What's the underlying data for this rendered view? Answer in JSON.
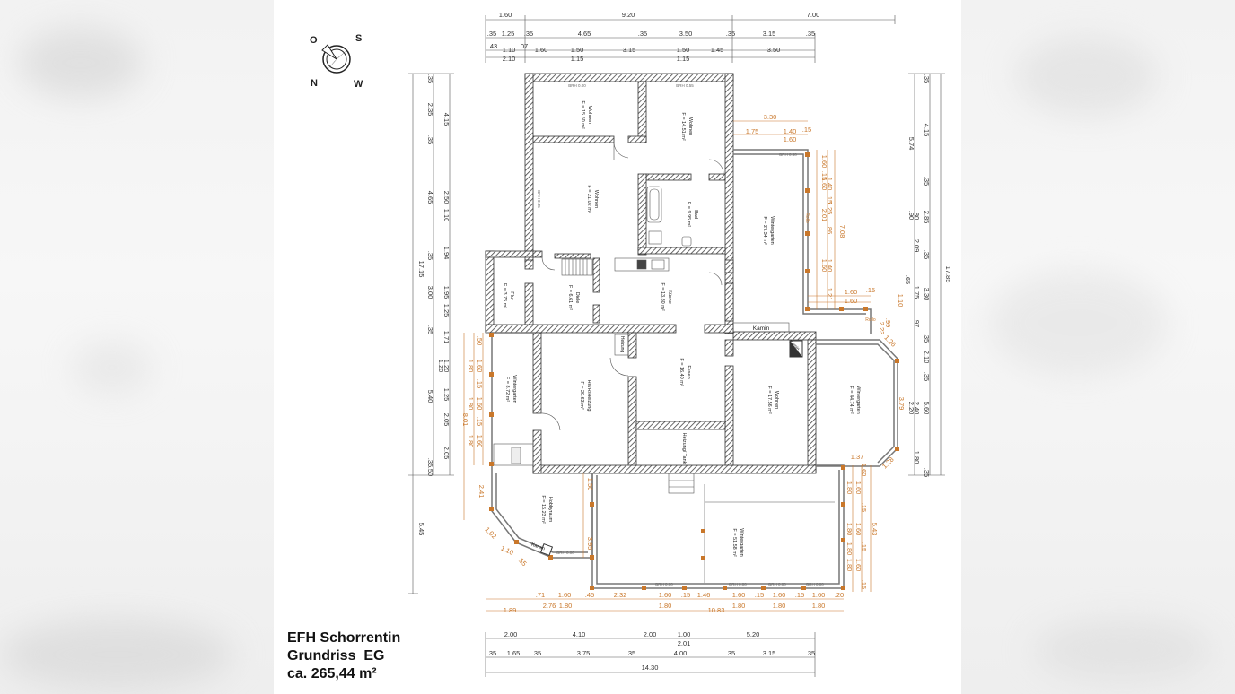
{
  "title_block": {
    "project": "EFH Schorrentin",
    "plan": "Grundriss  EG",
    "area": "ca. 265,44 m²"
  },
  "compass": {
    "letters": [
      "S",
      "N",
      "O",
      "W"
    ]
  },
  "dims_top": {
    "row1": [
      "1.60",
      "9.20",
      "7.00"
    ],
    "row2": [
      ".35",
      "1.25",
      ".35",
      "4.65",
      ".35",
      "3.50",
      ".35",
      "3.15",
      ".35"
    ],
    "row3": [
      ".43",
      "1.10",
      ".07",
      "1.60",
      "1.50",
      "3.15",
      "1.50",
      "1.45",
      "3.50"
    ],
    "row4": [
      "2.10",
      "1.15",
      "1.15"
    ]
  },
  "dims_bottom": {
    "row1": [
      "2.00",
      "4.10",
      "2.00",
      "1.00",
      "5.20"
    ],
    "row1b": [
      "2.01"
    ],
    "row2": [
      ".35",
      "1.65",
      ".35",
      "3.75",
      ".35",
      "4.00",
      ".35",
      "3.15",
      ".35"
    ],
    "row3": [
      "14.30"
    ]
  },
  "dims_left": {
    "outer": [
      "17.15",
      "5.45"
    ],
    "mid": [
      ".35",
      "2.35",
      ".35",
      "4.65",
      ".35",
      "3.00",
      ".35",
      "5.40",
      ".35",
      ".50"
    ],
    "inner": [
      "4.15",
      "2.50",
      "1.10",
      "1.94",
      "1.95",
      "1.25",
      "1.71",
      "1.20",
      "1.20",
      "1.25",
      "2.05",
      "2.05"
    ]
  },
  "dims_right": {
    "outer": [
      "17.85"
    ],
    "mid": [
      ".35",
      "4.15",
      ".35",
      "2.85",
      ".35",
      "3.30",
      ".35",
      "2.10",
      ".35",
      "5.60",
      ".35"
    ],
    "inner": [
      "5.74",
      ".90",
      ".80",
      "2.09",
      ".65",
      "1.75",
      ".97",
      "2.40",
      "2.20",
      "1.80"
    ]
  },
  "dims_bottom_orange": {
    "row1": [
      ".71",
      "1.60",
      ".45",
      "2.32",
      "1.60",
      ".15",
      "1.46",
      "1.60",
      ".15",
      "1.60",
      ".15",
      "1.60",
      ".20"
    ],
    "row2": [
      "1.89",
      "2.76",
      "1.80",
      "10.83",
      "1.80",
      "1.80",
      "1.80",
      "1.80"
    ]
  },
  "rooms": [
    {
      "name": "Wohnen",
      "area": "F = 15.50 m²"
    },
    {
      "name": "Wohnen",
      "area": "F = 14.51 m²"
    },
    {
      "name": "Wohnen",
      "area": "F = 21.02 m²"
    },
    {
      "name": "Bad",
      "area": "F = 9.95 m²"
    },
    {
      "name": "Wintergarten",
      "area": "F = 27.34 m²"
    },
    {
      "name": "Flur",
      "area": "F = 3.75 m²"
    },
    {
      "name": "Diele",
      "area": "F = 6.61 m²"
    },
    {
      "name": "Küche",
      "area": "F = 13.80 m²"
    },
    {
      "name": "Wintergarten",
      "area": "F = 8.72 m²"
    },
    {
      "name": "HWR/Heizung",
      "area": "F = 20.63 m²"
    },
    {
      "name": "Essen",
      "area": "F = 16.40 m²"
    },
    {
      "name": "Wohnen",
      "area": "F = 17.56 m²"
    },
    {
      "name": "Wintergarten",
      "area": "F = 44.74 m²"
    },
    {
      "name": "Heizung/ Tank",
      "area": ""
    },
    {
      "name": "Hobbyraum",
      "area": "F = 15.23 m²"
    },
    {
      "name": "Wintergarten",
      "area": "F = 51.58 m²"
    }
  ],
  "labels": {
    "kamin1": "Kamin",
    "kamin2": "Kamin",
    "kamin3": "Kamin",
    "heizung": "Heizung",
    "brh": "BRH 0.00",
    "brh_a": "BRH 0.55",
    "brh_b": "BRH 0.60",
    "brh_c": "BRH 0.85",
    "rollo1": "Rollo",
    "rollo2": "Rollo"
  },
  "wg_right_dims": {
    "inner": [
      "1.60",
      ".15",
      "1.40",
      "1.60",
      ".15",
      "1.25",
      "2.01",
      ".86",
      "1.40",
      "1.60",
      "1.21"
    ],
    "outer": [
      "7.08"
    ],
    "top": [
      "3.30",
      "1.75",
      "1.40",
      ".15",
      "1.60"
    ],
    "bottom": [
      "1.60",
      ".15",
      "1.60",
      "1.10"
    ]
  },
  "wg_east_dims": [
    "1.26",
    "3.79",
    "1.37",
    "1.28",
    ".99",
    "2.23"
  ],
  "wg_left_dims": {
    "col1": [
      ".50",
      "1.60",
      ".15",
      "1.60",
      ".15",
      "1.60"
    ],
    "col2": [
      "1.80",
      "1.80",
      "1.80",
      "8.01"
    ],
    "other": [
      "2.41",
      "1.02",
      "1.10",
      ".55",
      "3.95",
      "1.50"
    ]
  },
  "wg_south_dims": {
    "col1": [
      "1.60",
      ".15",
      "1.60",
      ".15",
      "1.60",
      ".15",
      "1.60"
    ],
    "col2": [
      "1.80",
      "1.80",
      "1.80",
      "1.80"
    ],
    "outer": [
      "5.43"
    ]
  },
  "colors": {
    "wall_hatch": "#444444",
    "dimension_black": "#333333",
    "dimension_orange": "#c9772a",
    "glass": "#888888"
  }
}
